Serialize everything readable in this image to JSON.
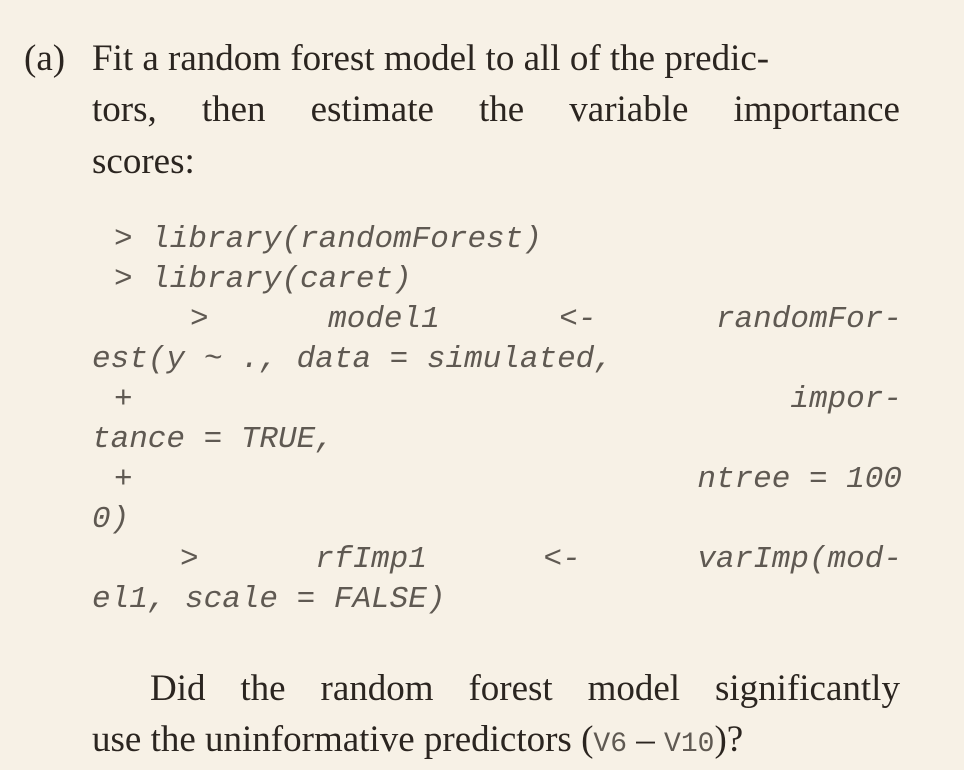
{
  "item": {
    "marker": "(a)",
    "line1": "Fit a random forest model to all of the predic-",
    "line2_words": [
      "tors,",
      "then",
      "estimate",
      "the",
      "variable",
      "importance"
    ],
    "line3": "scores:"
  },
  "code": {
    "l1": "> library(randomForest)",
    "l2": "> library(caret)",
    "l3_parts": [
      ">",
      "model1",
      "<-",
      "randomFor-"
    ],
    "l4": "est(y ~ ., data = simulated,",
    "l5_left": "+",
    "l5_right": "impor-",
    "l6": "tance = TRUE,",
    "l7_left": "+",
    "l7_right": "ntree = 100",
    "l8": "0)",
    "l9_parts": [
      ">",
      "rfImp1",
      "<-",
      "varImp(mod-"
    ],
    "l10": "el1, scale = FALSE)"
  },
  "question": {
    "line1_words": [
      "Did",
      "the",
      "random",
      "forest",
      "model",
      "significantly"
    ],
    "line2_before": "use the uninformative predictors (",
    "range_start": "V6",
    "range_sep": " – ",
    "range_end": "V10",
    "line2_after": ")?"
  }
}
